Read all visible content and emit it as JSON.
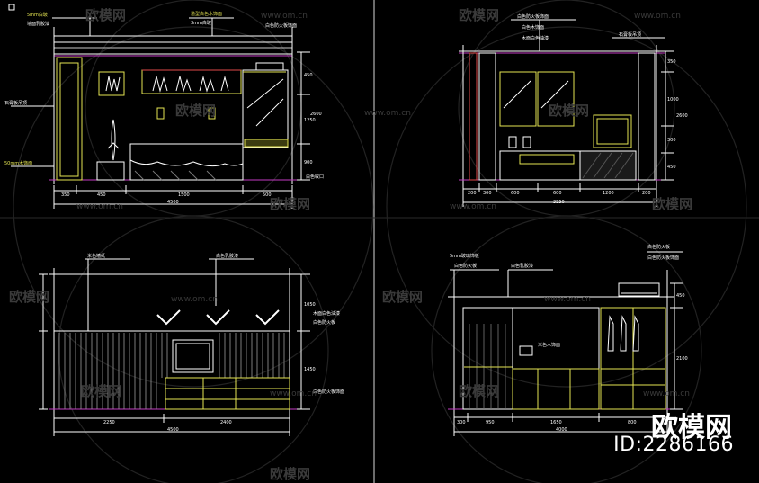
{
  "watermark": {
    "brand": "欧模网",
    "site": "www.om.cn",
    "id_text": "ID:2286166"
  },
  "panels": {
    "tl": {
      "notes": [
        "5mm白玻",
        "墙面乳胶漆",
        "造型白色木饰面",
        "3mm白玻",
        "白色防火板饰面",
        "石膏板吊顶",
        "50mm木饰面",
        "白色收口"
      ],
      "dims_bottom": [
        "350",
        "450",
        "1500",
        "500"
      ],
      "total": "4500",
      "dims_right": [
        "450",
        "1250",
        "900"
      ],
      "total_right": "2600"
    },
    "tr": {
      "notes": [
        "白色防火板饰面",
        "白色木饰面",
        "木面白色油漆",
        "石膏板吊顶"
      ],
      "dims_bottom": [
        "200",
        "300",
        "600",
        "600",
        "1200",
        "200"
      ],
      "total": "3550",
      "dims_right": [
        "350",
        "1000",
        "300",
        "450"
      ],
      "total_right": "2600"
    },
    "bl": {
      "notes": [
        "米色墙纸",
        "白色乳胶漆",
        "木面白色油漆",
        "白色防火板",
        "白色防火板饰面"
      ],
      "dims_bottom": [
        "2250",
        "2400"
      ],
      "total": "4500",
      "dims_right": [
        "1050",
        "1450"
      ]
    },
    "br": {
      "notes": [
        "5mm玻璃饰板",
        "白色防火板",
        "白色乳胶漆",
        "白色防火板",
        "白色防火板饰面",
        "米色木饰面"
      ],
      "dims_bottom": [
        "300",
        "950",
        "1650",
        "800"
      ],
      "total": "4000",
      "dims_right": [
        "450",
        "2100"
      ]
    }
  }
}
